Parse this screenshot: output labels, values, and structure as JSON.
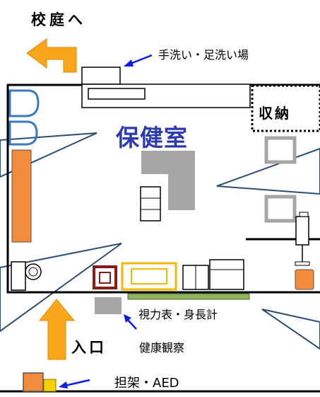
{
  "labels": {
    "to_yard": "校庭へ",
    "wash_area": "手洗い・足洗い場",
    "storage": "収納",
    "room": "保健室",
    "vision_chart": "視力表・身長計",
    "health_observation": "健康観察",
    "entrance": "入口",
    "stretcher_aed": "担架・AED"
  },
  "colors": {
    "wall": "#000000",
    "room_title": "#2e3bb0",
    "arrow_fill": "#f9a61b",
    "orange_item": "#f28c3c",
    "blue_outline": "#3d78c2",
    "gray_block": "#a6a6a6",
    "green_strip": "#8fb35e",
    "dark_red": "#8b1a1a",
    "callout_outline": "#2e4d73",
    "pointer_arrow": "#0a1ee6",
    "yellow": "#f5d000"
  }
}
